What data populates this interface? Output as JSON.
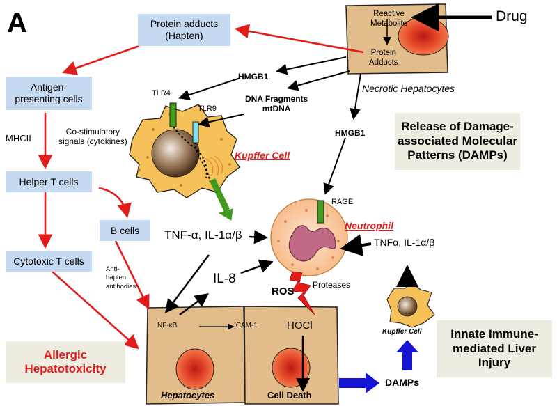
{
  "panel_label": "A",
  "drug": "Drug",
  "hepatocyte_top": {
    "reactive_metabolite": [
      "Reactive",
      "Metabolite"
    ],
    "protein_adducts": [
      "Protein",
      "Adducts"
    ],
    "caption": "Necrotic Hepatocytes"
  },
  "left_boxes": {
    "protein_adducts_hapten": [
      "Protein adducts",
      "(Hapten)"
    ],
    "antigen_presenting": [
      "Antigen-",
      "presenting cells"
    ],
    "helper_t": "Helper T cells",
    "b_cells": "B cells",
    "cytotoxic_t": "Cytotoxic T cells"
  },
  "labels": {
    "mhcii": "MHCII",
    "costim": [
      "Co-stimulatory",
      "signals (cytokines)"
    ],
    "anti_hapten": [
      "Anti-",
      "hapten",
      "antibodies"
    ],
    "hmgb1_top": "HMGB1",
    "dna_fragments": [
      "DNA Fragments",
      "mtDNA"
    ],
    "hmgb1_mid": "HMGB1",
    "tlr4": "TLR4",
    "tlr9": "TLR9",
    "rage": "RAGE",
    "kupffer_cell": "Kupffer Cell",
    "neutrophil": "Neutrophil",
    "tnf_main": "TNF-α, IL-1α/β",
    "tnf_right": "TNFα, IL-1α/β",
    "il8": "IL-8",
    "ros": "ROS",
    "proteases": "Proteases",
    "hocl": "HOCl",
    "nfkb": "NF-κB",
    "icam1": "ICAM-1",
    "hepatocytes": "Hepatocytes",
    "cell_death": "Cell Death",
    "damps": "DAMPs",
    "kupffer_small": "Kupffer Cell"
  },
  "callouts": {
    "release_damps": [
      "Release of Damage-",
      "associated Molecular",
      "Patterns (DAMPs)"
    ],
    "innate_immune": [
      "Innate Immune-",
      "mediated Liver",
      "Injury"
    ],
    "allergic": [
      "Allergic",
      "Hepatotoxicity"
    ]
  },
  "colors": {
    "red_arrow": "#e31b1b",
    "blue_box": "#c5d9f1",
    "beige_box": "#eeece1",
    "hepatocyte_fill": "#e2bc8a",
    "kupffer_fill": "#f7c15a",
    "neutrophil_fill": "#fad3b0",
    "receptor_green": "#3f9a1e",
    "receptor_cyan": "#7fe0ee",
    "blue_arrow": "#1414d2"
  }
}
